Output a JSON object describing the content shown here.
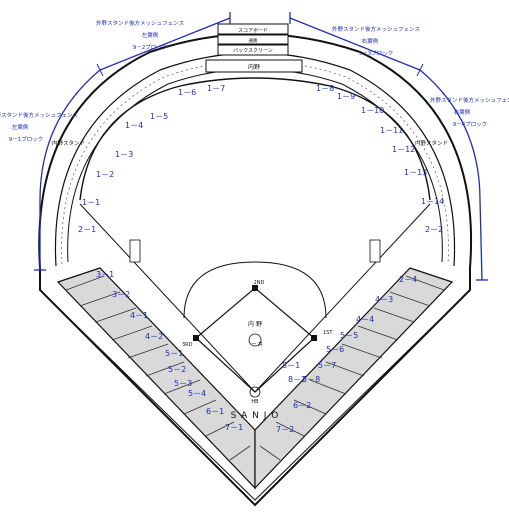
{
  "colors": {
    "annotation": "#1e2fb0",
    "ink": "#111111",
    "background": "#ffffff"
  },
  "top_structures": {
    "scoreboard": "スコアボード",
    "screen": "バックスクリーン",
    "gap_label": "通路"
  },
  "outfield_label": "内野",
  "stand_labels": {
    "left": "内野スタンド",
    "right": "内野スタンド"
  },
  "infield_label": "内 野",
  "mound_label": "一 井",
  "base_labels": {
    "second": "2ND",
    "first": "1ST",
    "third": "3RD",
    "home": "HB"
  },
  "sanjo": "S A N J O",
  "group_notes": [
    {
      "line1": "外野スタンド後方メッシュフェンス",
      "line2": "左翼側",
      "line3": "9－2ブロック"
    },
    {
      "line1": "外野スタンド後方メッシュフェンス",
      "line2": "右翼側",
      "line3": "9－3ブロック"
    },
    {
      "line1": "外野スタンド後方メッシュフェンス",
      "line2": "左翼側",
      "line3": "9－1ブロック"
    },
    {
      "line1": "外野スタンド後方メッシュフェンス",
      "line2": "右翼側",
      "line3": "9－4ブロック"
    }
  ],
  "blocks": [
    "1－7",
    "1－6",
    "1－5",
    "1－4",
    "1－3",
    "1－2",
    "1－1",
    "2－1",
    "3－1",
    "3－2",
    "4－1",
    "4－2",
    "5－1",
    "5－2",
    "5－3",
    "5－4",
    "6－1",
    "7－1",
    "1－8",
    "1－9",
    "1－10",
    "1－11",
    "1－12",
    "1－13",
    "1－14",
    "2－2",
    "2－4",
    "4－3",
    "4－4",
    "5－5",
    "5－6",
    "5－7",
    "5－8",
    "6－2",
    "7－2",
    "8－1",
    "8－2"
  ]
}
